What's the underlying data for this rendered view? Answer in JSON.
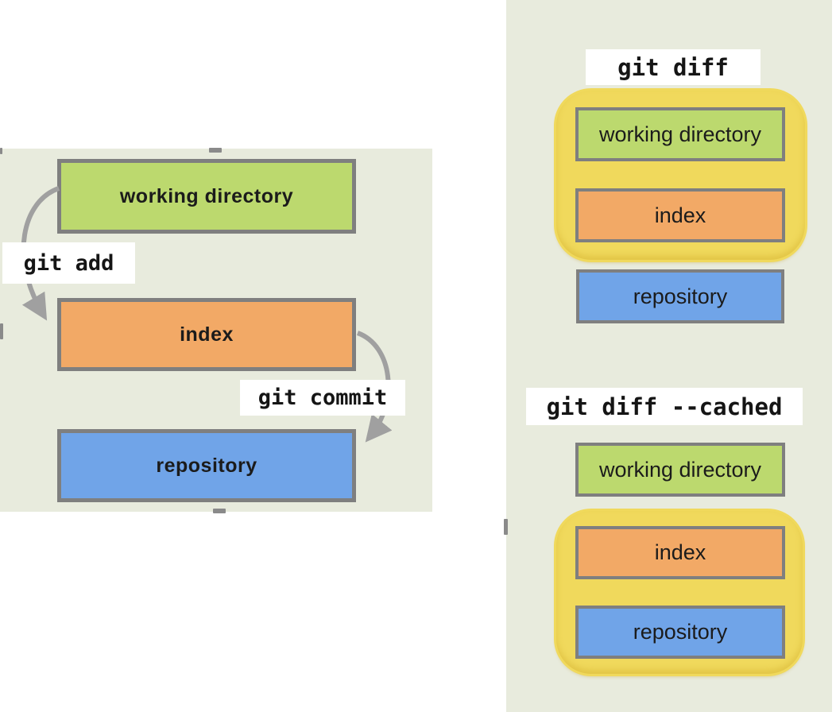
{
  "left_panel": {
    "boxes": [
      {
        "label": "working directory",
        "color": "green"
      },
      {
        "label": "index",
        "color": "orange"
      },
      {
        "label": "repository",
        "color": "blue"
      }
    ],
    "commands": {
      "add": "git add",
      "commit": "git commit"
    }
  },
  "right_panel": {
    "sections": [
      {
        "command": "git diff",
        "boxes": [
          {
            "label": "working directory",
            "color": "green",
            "highlighted": true
          },
          {
            "label": "index",
            "color": "orange",
            "highlighted": true
          },
          {
            "label": "repository",
            "color": "blue",
            "highlighted": false
          }
        ]
      },
      {
        "command": "git diff --cached",
        "boxes": [
          {
            "label": "working directory",
            "color": "green",
            "highlighted": false
          },
          {
            "label": "index",
            "color": "orange",
            "highlighted": true
          },
          {
            "label": "repository",
            "color": "blue",
            "highlighted": true
          }
        ]
      }
    ]
  },
  "colors": {
    "panel_bg": "#e8ebdd",
    "green": "#bcd96e",
    "orange": "#f2a966",
    "blue": "#70a4e8",
    "highlight": "#f0d95c",
    "highlight_edge": "#e3c33c",
    "box_border": "#7f7f7f",
    "arrow": "#a0a0a0",
    "label_bg": "#ffffff",
    "text": "#1b1b1b"
  }
}
